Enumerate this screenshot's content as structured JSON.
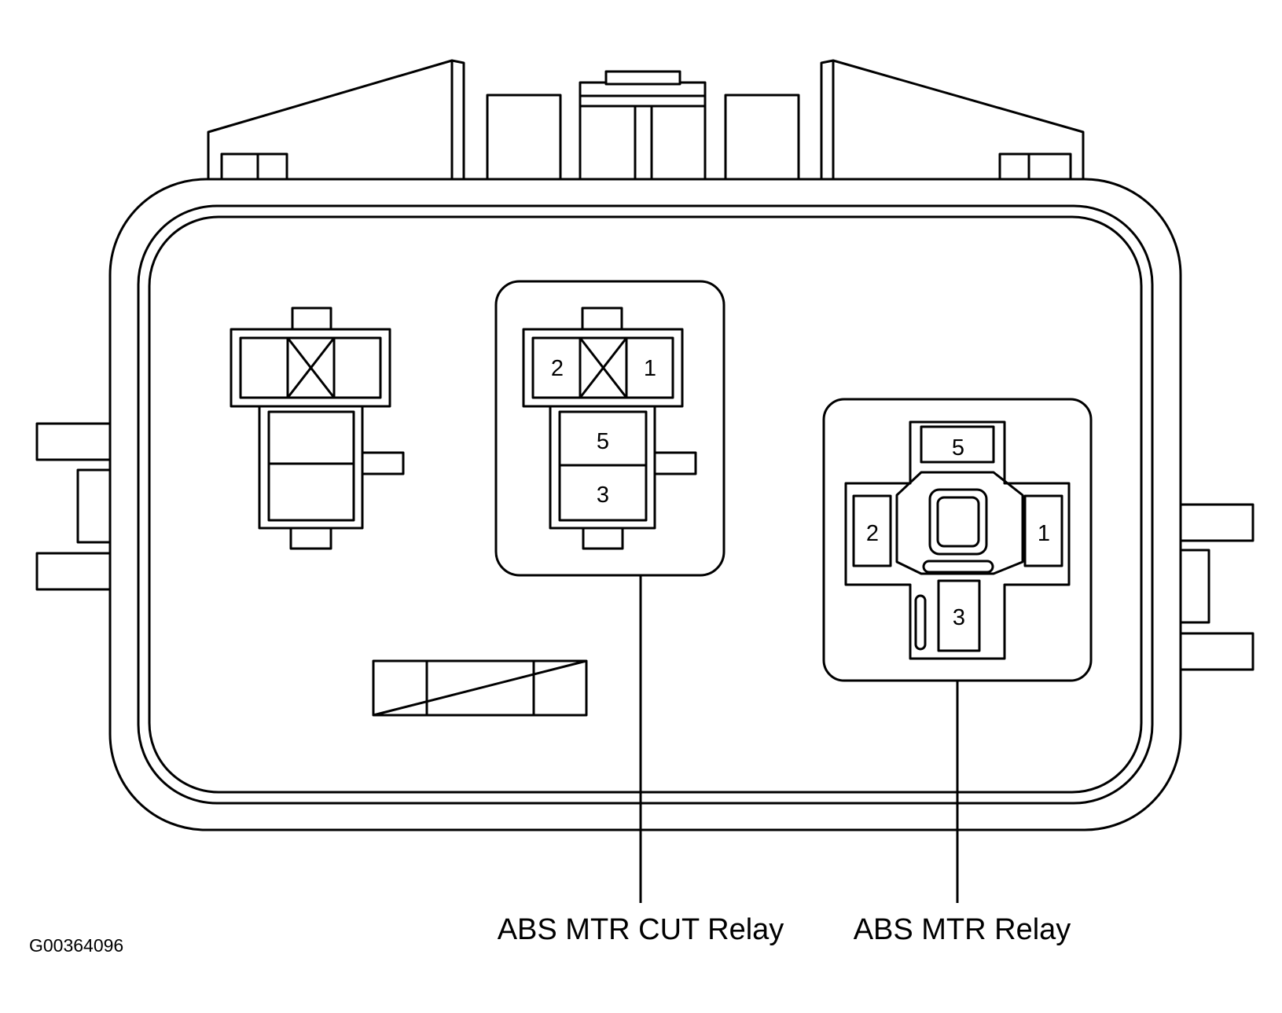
{
  "diagram_code": "G00364096",
  "callouts": {
    "abs_mtr_cut_relay": "ABS MTR CUT Relay",
    "abs_mtr_relay": "ABS MTR Relay"
  },
  "cut_relay_pins": {
    "top_left": "2",
    "top_right": "1",
    "middle": "5",
    "bottom": "3"
  },
  "mtr_relay_pins": {
    "top": "5",
    "left": "2",
    "right": "1",
    "bottom": "3"
  },
  "colors": {
    "line": "#000000",
    "background": "#ffffff"
  }
}
